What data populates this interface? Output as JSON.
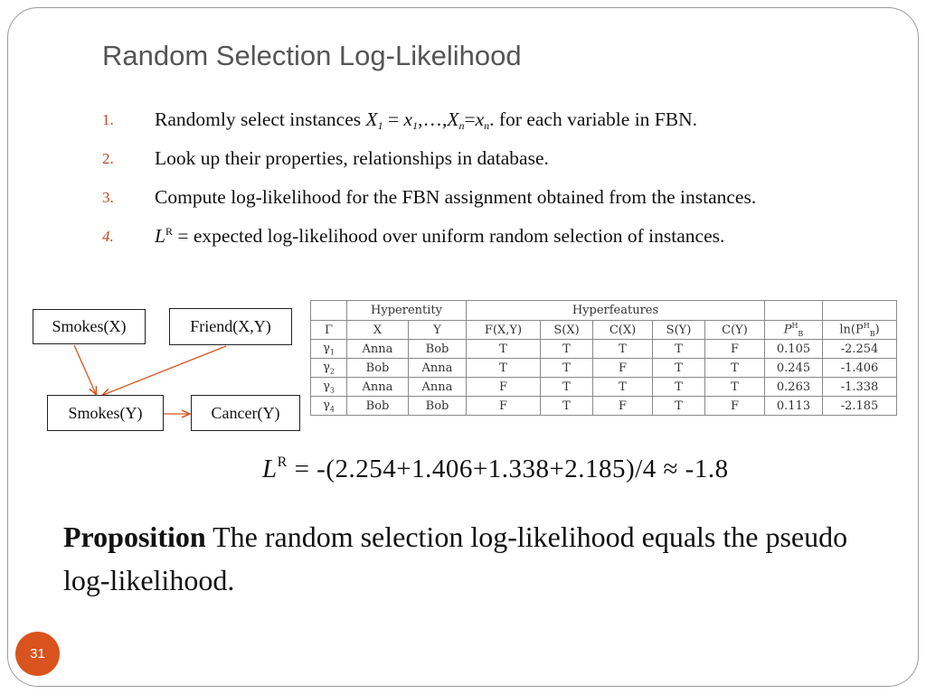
{
  "slide": {
    "title": "Random Selection Log-Likelihood",
    "page_number": "31"
  },
  "steps": [
    {
      "num": "1.",
      "parts": {
        "a": "Randomly ",
        "b": "select",
        "c": " instances ",
        "x1": "X",
        "s1": "1",
        "eq1": " = ",
        "lx1": "x",
        "ls1": "1",
        "dots": ",…,",
        "xn": "X",
        "sn": "n",
        "eq2": "=",
        "lxn": "x",
        "lsn": "n",
        "end": ". for each variable in FBN."
      }
    },
    {
      "num": "2.",
      "text": "Look up their properties, relationships in database."
    },
    {
      "num": "3.",
      "text": "Compute log-likelihood for the FBN assignment obtained from the instances."
    },
    {
      "num": "4.",
      "parts": {
        "L": "L",
        "R": "R",
        "rest": " = expected log-likelihood over uniform random selection of instances."
      }
    }
  ],
  "diagram": {
    "nodes": {
      "smokes_x": "Smokes(X)",
      "friend_xy": "Friend(X,Y)",
      "smokes_y": "Smokes(Y)",
      "cancer_y": "Cancer(Y)"
    }
  },
  "table": {
    "group_headers": {
      "hyperentity": "Hyperentity",
      "hyperfeatures": "Hyperfeatures"
    },
    "columns": {
      "gamma": "Γ",
      "x": "X",
      "y": "Y",
      "f": "F(X,Y)",
      "sx": "S(X)",
      "cx": "C(X)",
      "sy": "S(Y)",
      "cy": "C(Y)",
      "p": "P",
      "p_sup": "H",
      "p_sub": "B",
      "ln": "ln(P",
      "ln_sup": "H",
      "ln_sub": "B",
      "ln_close": ")"
    },
    "rows": [
      {
        "g": "γ",
        "gi": "1",
        "x": "Anna",
        "y": "Bob",
        "f": "T",
        "sx": "T",
        "cx": "T",
        "sy": "T",
        "cy": "F",
        "p": "0.105",
        "ln": "-2.254"
      },
      {
        "g": "γ",
        "gi": "2",
        "x": "Bob",
        "y": "Anna",
        "f": "T",
        "sx": "T",
        "cx": "F",
        "sy": "T",
        "cy": "T",
        "p": "0.245",
        "ln": "-1.406"
      },
      {
        "g": "γ",
        "gi": "3",
        "x": "Anna",
        "y": "Anna",
        "f": "F",
        "sx": "T",
        "cx": "T",
        "sy": "T",
        "cy": "T",
        "p": "0.263",
        "ln": "-1.338"
      },
      {
        "g": "γ",
        "gi": "4",
        "x": "Bob",
        "y": "Bob",
        "f": "F",
        "sx": "T",
        "cx": "F",
        "sy": "T",
        "cy": "F",
        "p": "0.113",
        "ln": "-2.185"
      }
    ]
  },
  "formula": {
    "L": "L",
    "R": "R",
    "rest": " = -(2.254+1.406+1.338+2.185)/4 ≈ -1.8"
  },
  "proposition": {
    "label": "Proposition",
    "text": " The random selection log-likelihood equals the pseudo log-likelihood."
  },
  "colors": {
    "accent": "#d9531e",
    "number": "#c0471a",
    "arrow": "#d9531e",
    "title": "#555555"
  }
}
